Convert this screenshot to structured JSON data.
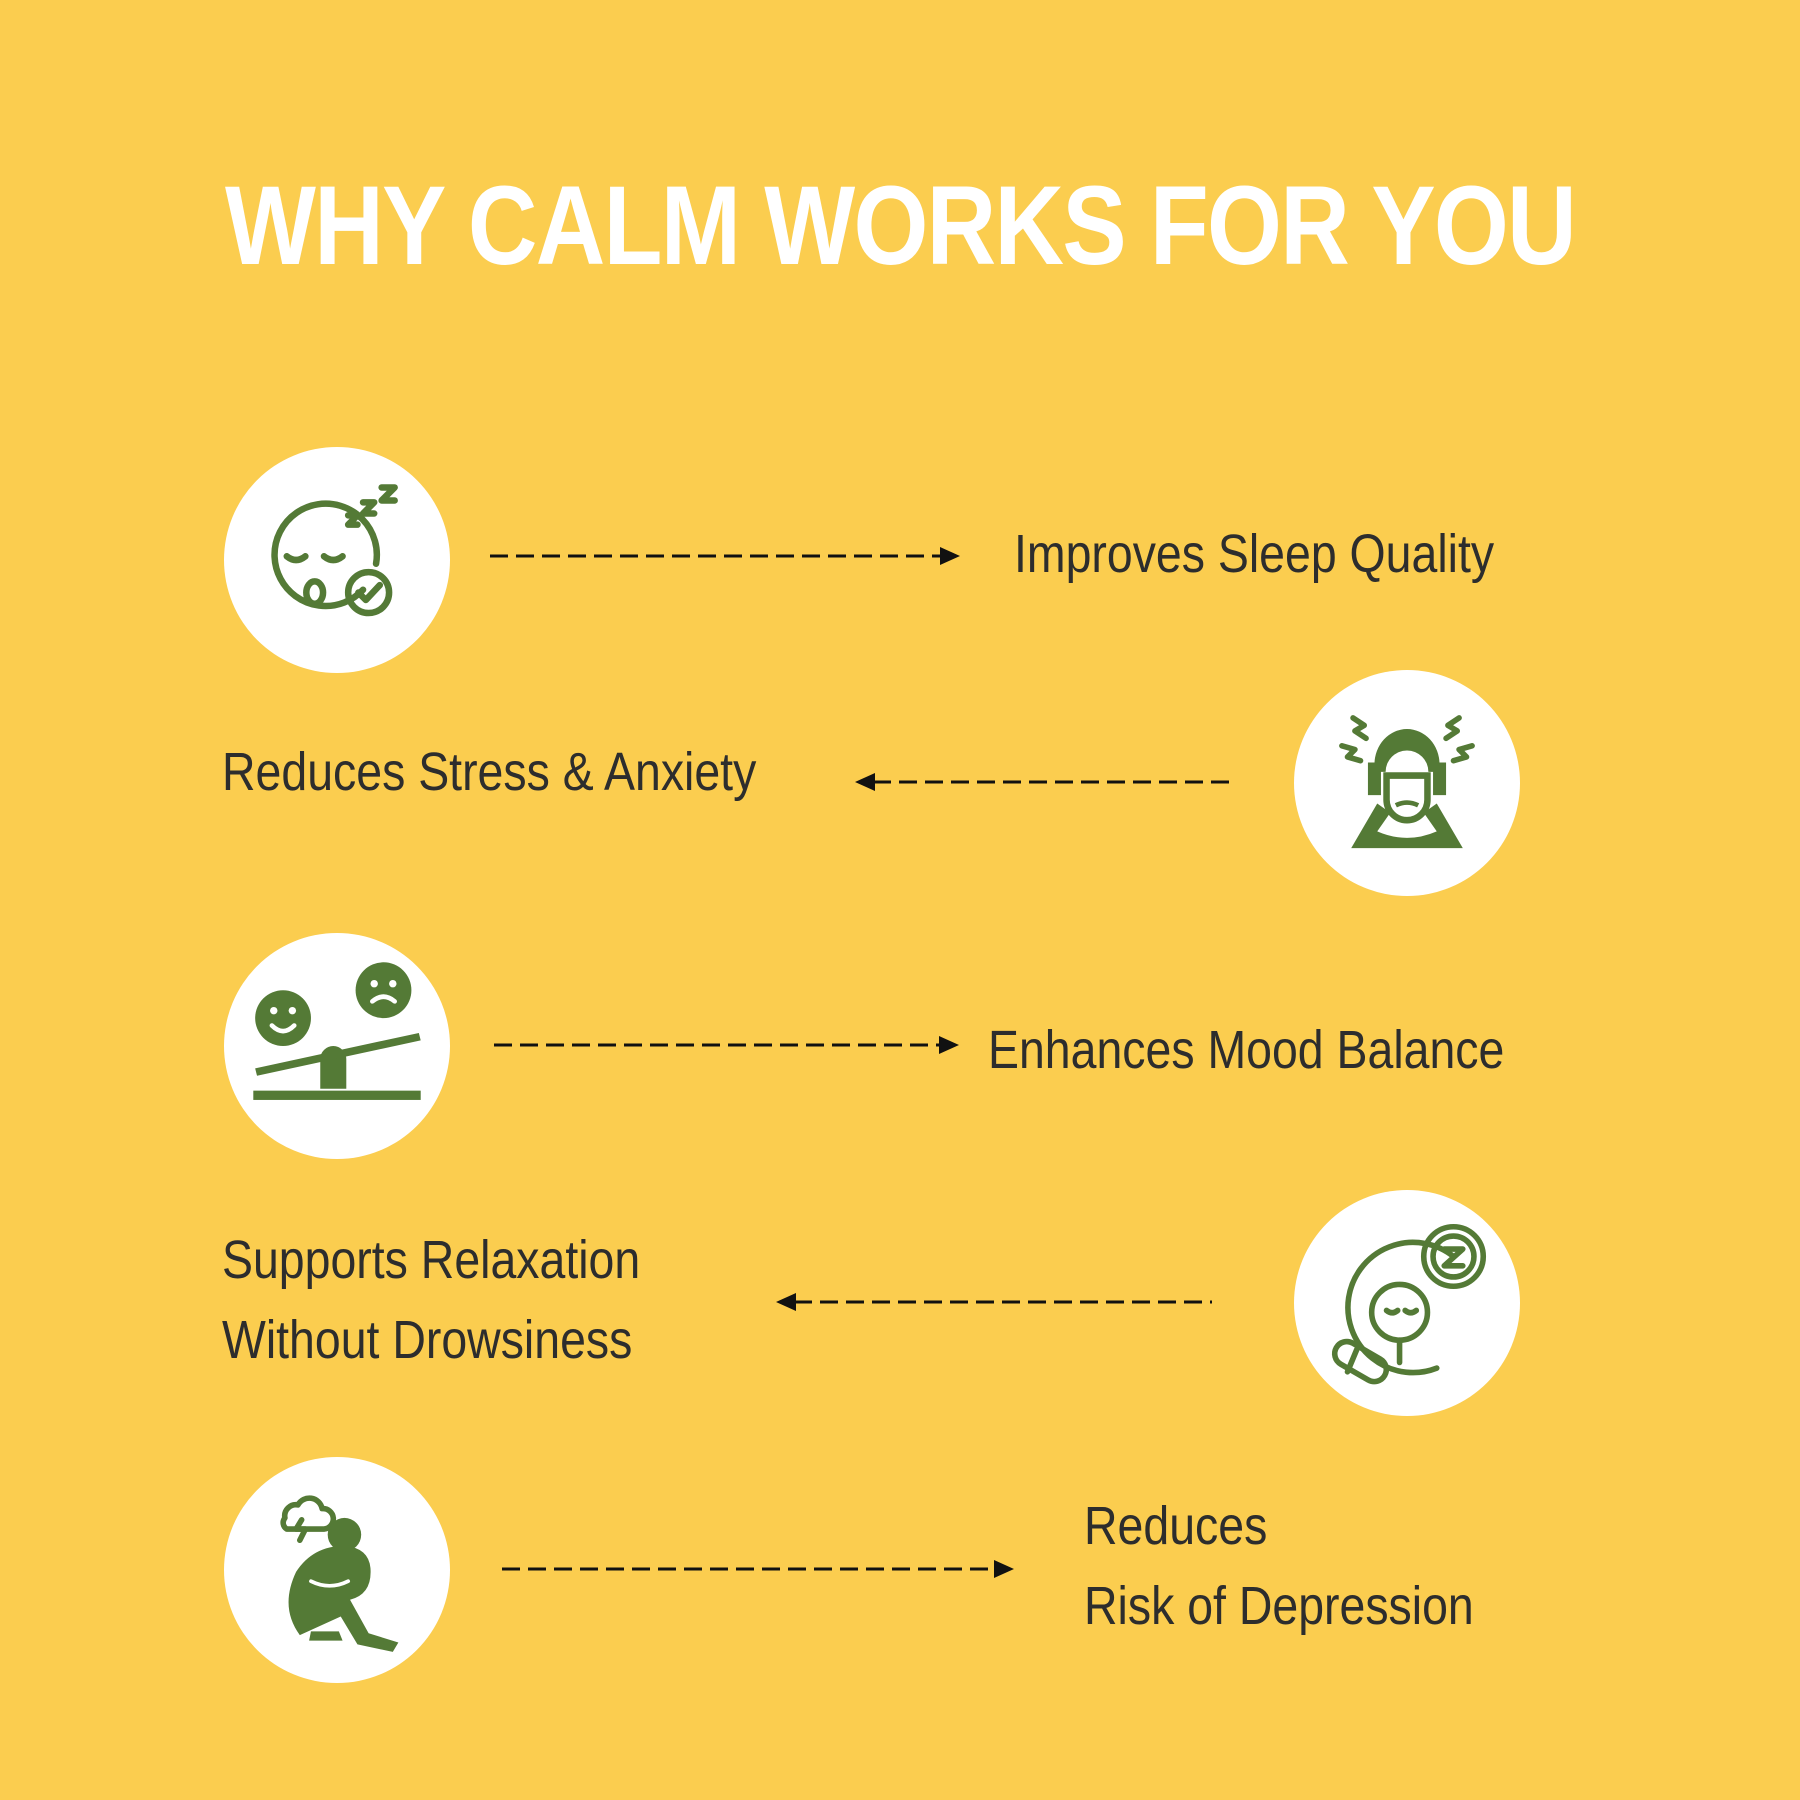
{
  "title": "WHY CALM WORKS FOR YOU",
  "colors": {
    "background": "#fbcd4f",
    "title": "#ffffff",
    "icon_green": "#547a36",
    "text": "#2d2d2d",
    "circle": "#ffffff"
  },
  "benefits": [
    {
      "icon": "sleeping-face-check-icon",
      "lines": [
        "Improves Sleep Quality"
      ]
    },
    {
      "icon": "stressed-person-icon",
      "lines": [
        "Reduces Stress & Anxiety"
      ]
    },
    {
      "icon": "mood-seesaw-icon",
      "lines": [
        "Enhances Mood Balance"
      ]
    },
    {
      "icon": "relaxed-person-pill-icon",
      "lines": [
        "Supports Relaxation",
        "Without Drowsiness"
      ]
    },
    {
      "icon": "sad-person-sitting-icon",
      "lines": [
        "Reduces",
        "Risk of Depression"
      ]
    }
  ]
}
